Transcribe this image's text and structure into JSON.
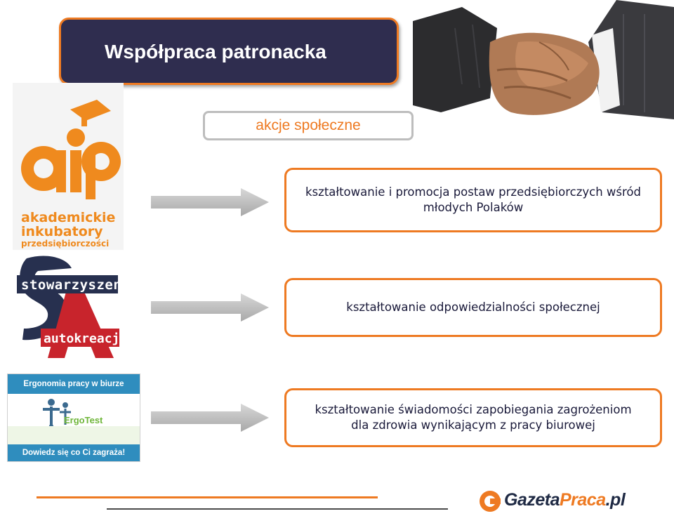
{
  "title": "Współpraca patronacka",
  "subtitle": "akcje społeczne",
  "rows": [
    {
      "text_lines": [
        "kształtowanie i promocja postaw przedsiębiorczych wśród",
        "młodych Polaków"
      ]
    },
    {
      "text_lines": [
        "kształtowanie odpowiedzialności społecznej"
      ]
    },
    {
      "text_lines": [
        "kształtowanie świadomości zapobiegania zagrożeniom",
        "dla zdrowia wynikającym z pracy biurowej"
      ]
    }
  ],
  "logos": {
    "aip": {
      "mark": "aip",
      "line1": "akademickie",
      "line2": "inkubatory",
      "line3": "przedsiębiorczości"
    },
    "autokreacja": {
      "line1": "stowarzyszenie",
      "line2": "autokreacja"
    },
    "ergotest": {
      "header": "Ergonomia pracy w biurze",
      "brand": "ErgoTest",
      "footer": "Dowiedz się co Ci zagraża!"
    },
    "gazetapraca": {
      "name_part1": "Gazeta",
      "name_part2": "Praca",
      "tld": ".pl"
    }
  },
  "colors": {
    "accent": "#ee7a22",
    "title_bg": "#2f2d4f",
    "text": "#1a1a3a"
  }
}
